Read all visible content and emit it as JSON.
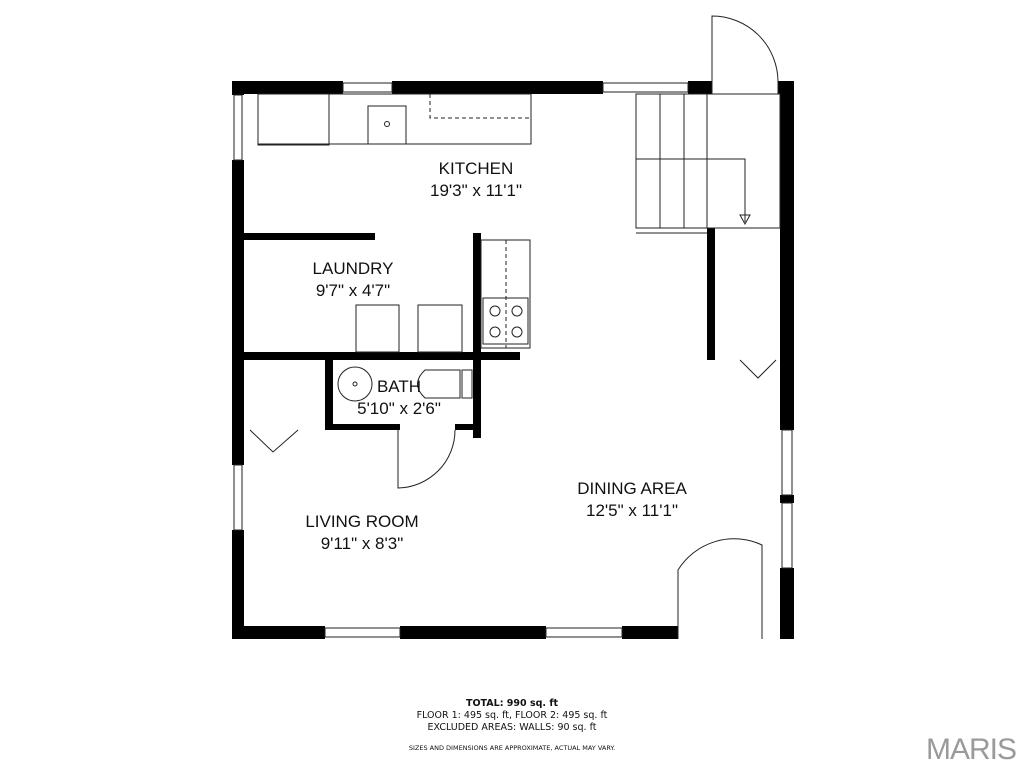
{
  "rooms": [
    {
      "name": "KITCHEN",
      "dims": "19'3\" x 11'1\""
    },
    {
      "name": "LAUNDRY",
      "dims": "9'7\" x 4'7\""
    },
    {
      "name": "BATH",
      "dims": "5'10\" x 2'6\""
    },
    {
      "name": "DINING AREA",
      "dims": "12'5\" x 11'1\""
    },
    {
      "name": "LIVING ROOM",
      "dims": "9'11\" x 8'3\""
    }
  ],
  "summary": {
    "total": "TOTAL: 990 sq. ft",
    "floors": "FLOOR 1: 495 sq. ft, FLOOR 2: 495 sq. ft",
    "excluded": "EXCLUDED AREAS: WALLS: 90 sq. ft",
    "disclaimer": "SIZES AND DIMENSIONS ARE APPROXIMATE, ACTUAL MAY VARY."
  },
  "logo": "MARIS"
}
